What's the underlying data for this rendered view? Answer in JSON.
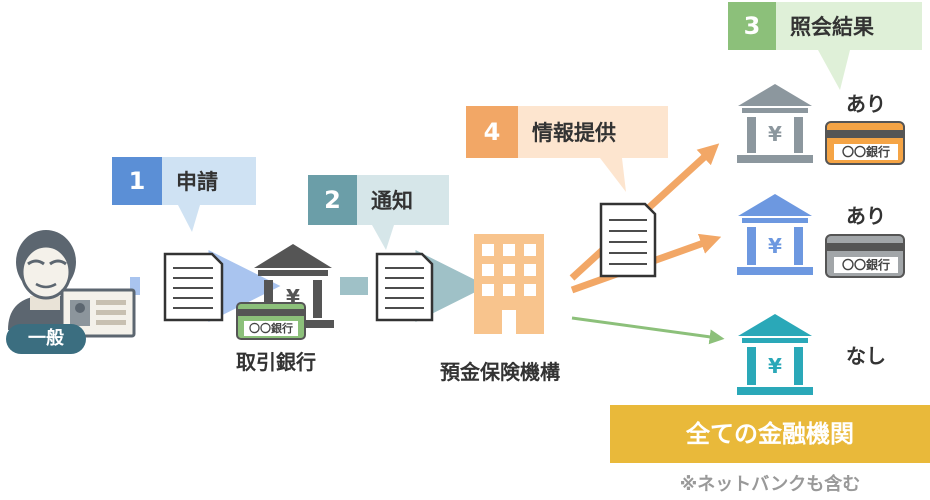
{
  "steps": [
    {
      "num": "1",
      "label": "申請"
    },
    {
      "num": "2",
      "label": "通知"
    },
    {
      "num": "3",
      "label": "照会結果"
    },
    {
      "num": "4",
      "label": "情報提供"
    }
  ],
  "person_badge": "一般",
  "bank_card_text": "〇〇銀行",
  "bank_label": "取引銀行",
  "agency_label": "預金保険機構",
  "results": [
    {
      "label": "あり",
      "card_text": "〇〇銀行"
    },
    {
      "label": "あり",
      "card_text": "〇〇銀行"
    },
    {
      "label": "なし"
    }
  ],
  "all_banks_label": "全ての金融機関",
  "note": "※ネットバンクも含む",
  "colors": {
    "step1": "#5b8fd6",
    "step1_bg": "#cfe2f3",
    "step2": "#6b9ea8",
    "step2_bg": "#d6e6e9",
    "step3": "#8cc07a",
    "step3_bg": "#dff0d8",
    "step4": "#f2a766",
    "step4_bg": "#fde5cf",
    "gold": "#e9b93a"
  }
}
